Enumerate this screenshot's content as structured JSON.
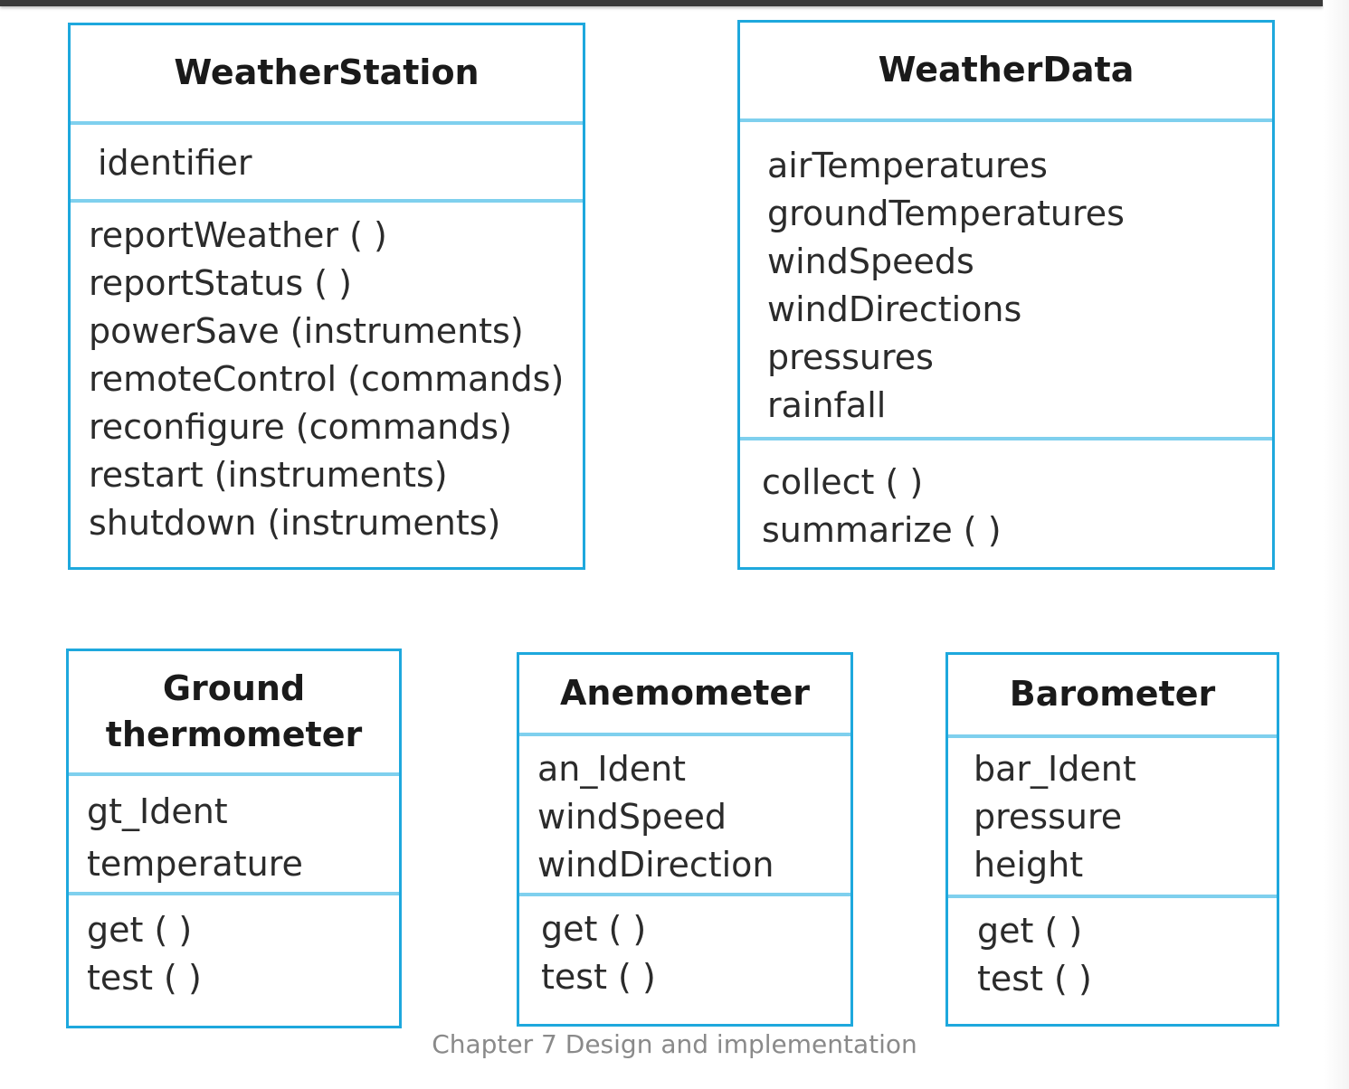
{
  "classes": {
    "weather_station": {
      "name": "WeatherStation",
      "attributes": [
        "identifier"
      ],
      "operations": [
        "reportWeather ( )",
        "reportStatus ( )",
        "powerSave (instruments)",
        "remoteControl (commands)",
        "reconfigure (commands)",
        "restart (instruments)",
        "shutdown (instruments)"
      ]
    },
    "weather_data": {
      "name": "WeatherData",
      "attributes": [
        "airTemperatures",
        "groundTemperatures",
        "windSpeeds",
        "windDirections",
        "pressures",
        "rainfall"
      ],
      "operations": [
        "collect ( )",
        "summarize ( )"
      ]
    },
    "ground_thermometer": {
      "name_line1": "Ground",
      "name_line2": "thermometer",
      "attributes": [
        "gt_Ident",
        "temperature"
      ],
      "operations": [
        "get ( )",
        "test ( )"
      ]
    },
    "anemometer": {
      "name": "Anemometer",
      "attributes": [
        "an_Ident",
        "windSpeed",
        "windDirection"
      ],
      "operations": [
        "get ( )",
        "test ( )"
      ]
    },
    "barometer": {
      "name": "Barometer",
      "attributes": [
        "bar_Ident",
        "pressure",
        "height"
      ],
      "operations": [
        "get ( )",
        "test ( )"
      ]
    }
  },
  "caption": "Chapter 7 Design and implementation",
  "colors": {
    "border": "#1ea8dd",
    "divider": "#7fd0ee",
    "caption": "#8a8a8a"
  }
}
